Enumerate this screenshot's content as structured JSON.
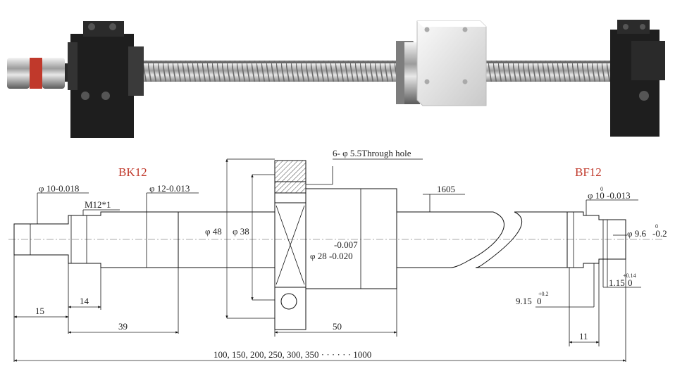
{
  "labels": {
    "bk12": "BK12",
    "bf12": "BF12",
    "d10_left": "φ 10-0.018",
    "m12": "M12*1",
    "d12": "φ 12-0.013",
    "holes": "6- φ 5.5Through hole",
    "d48": "φ 48",
    "d38": "φ 38",
    "tol_top": "-0.007",
    "d28": "φ 28 -0.020",
    "len1605": "1605",
    "d10_right_sup": "0",
    "d10_right": "φ 10 -0.013",
    "d96": "φ 9.6",
    "d96_sup": "0",
    "d96_tol": "-0.2",
    "d115_sup": "+0.14",
    "d115": "1.15",
    "d115_base": "0",
    "d915_sup": "+0.2",
    "d915": "9.15",
    "d915_base": "0",
    "dim15": "15",
    "dim14": "14",
    "dim39": "39",
    "dim50": "50",
    "dim11": "11",
    "lengths": "100, 150, 200, 250, 300, 350 · · · · · · 1000"
  },
  "icons": [
    "coupling-icon",
    "bk12-support-block-icon",
    "ball-screw-rod-icon",
    "ball-nut-housing-icon",
    "bf12-support-block-icon"
  ]
}
